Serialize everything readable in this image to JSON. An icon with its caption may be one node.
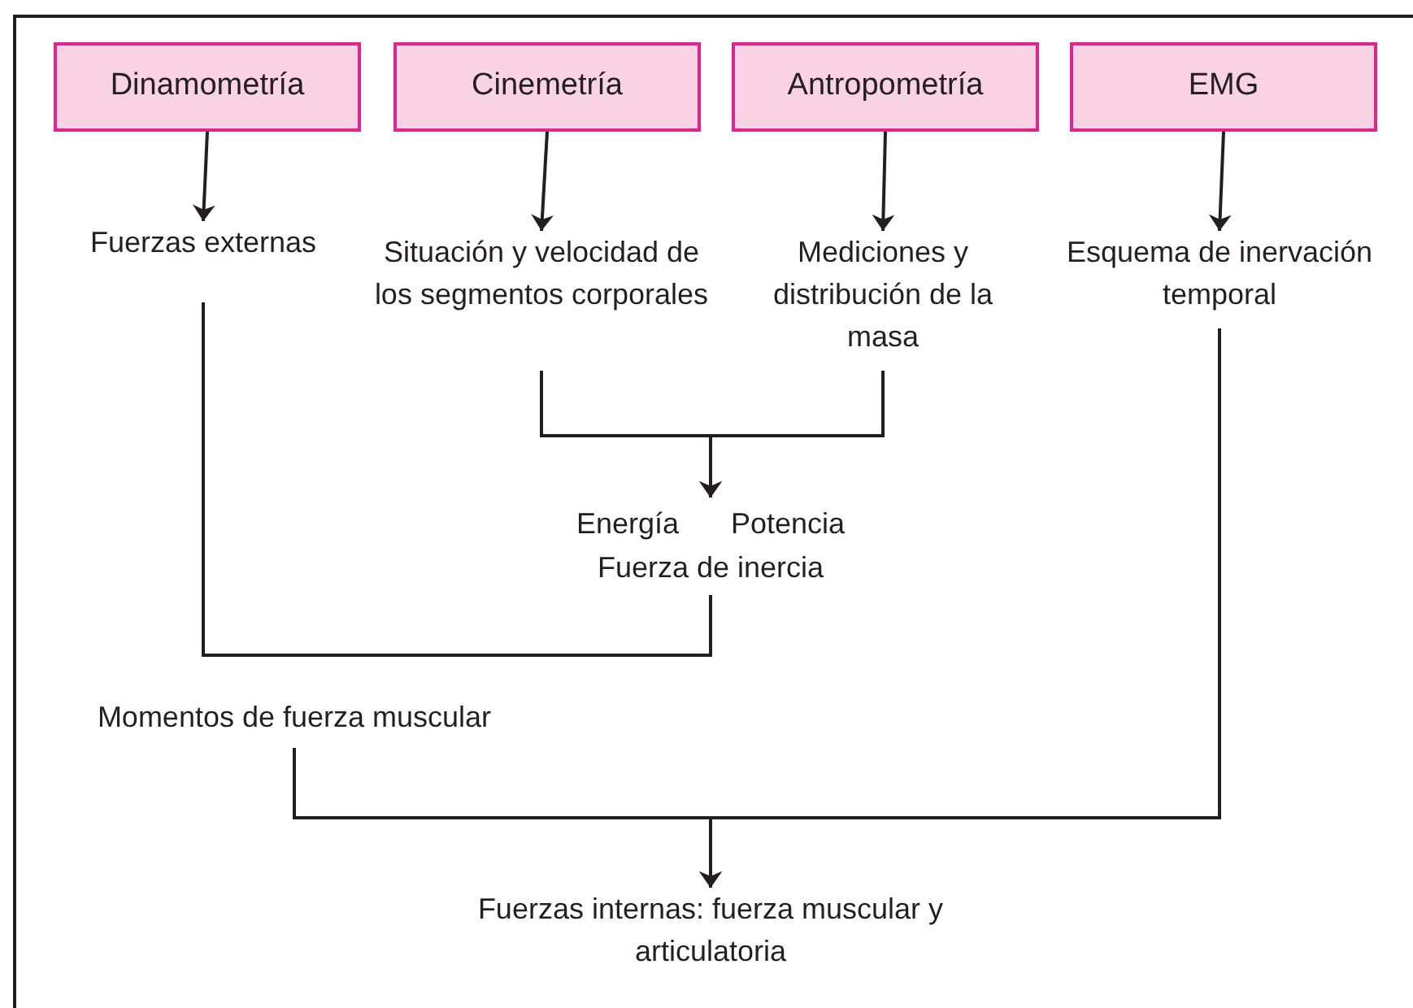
{
  "diagram": {
    "nodes": [
      {
        "text": [
          "Dinamometría"
        ]
      },
      {
        "text": [
          "Cinemetría"
        ]
      },
      {
        "text": [
          "Antropometría"
        ]
      },
      {
        "text": [
          "EMG"
        ]
      },
      {
        "text": [
          "Fuerzas externas"
        ]
      },
      {
        "text": [
          "Situación y velocidad de los segmentos corporales"
        ]
      },
      {
        "text": [
          "Mediciones y distribución de la masa"
        ]
      },
      {
        "text": [
          "Esquema de inervación temporal"
        ]
      },
      {
        "text": [
          "Energía",
          "Potencia",
          "Fuerza de inercia"
        ]
      },
      {
        "text": [
          "Momentos de fuerza muscular"
        ]
      },
      {
        "text": [
          "Fuerzas internas: fuerza muscular y articulatoria"
        ]
      }
    ],
    "edges": [
      {
        "from": 0,
        "to": 4,
        "arrow": "to"
      },
      {
        "from": 1,
        "to": 5,
        "arrow": "to"
      },
      {
        "from": 2,
        "to": 6,
        "arrow": "to"
      },
      {
        "from": 3,
        "to": 7,
        "arrow": "to"
      },
      {
        "from": 5,
        "to": 8,
        "arrow": "to"
      },
      {
        "from": 6,
        "to": 8,
        "arrow": "to"
      },
      {
        "from": 4,
        "to": 8,
        "arrow": "none"
      },
      {
        "from": 9,
        "to": 10,
        "arrow": "to"
      },
      {
        "from": 7,
        "to": 10,
        "arrow": "to"
      }
    ]
  }
}
